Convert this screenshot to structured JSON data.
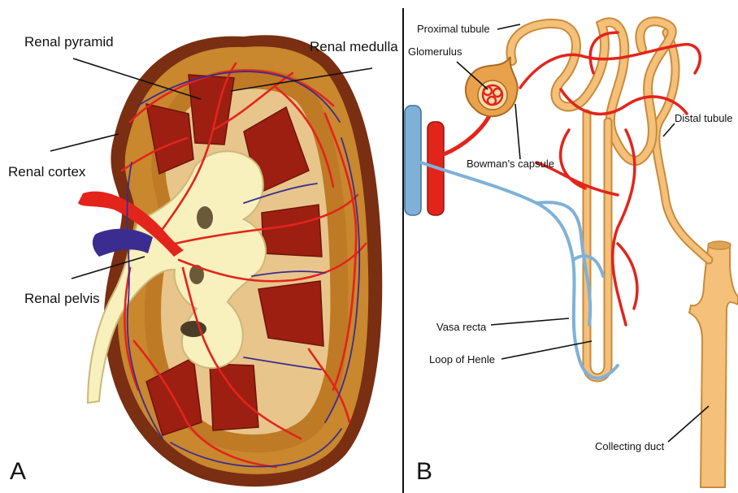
{
  "colors": {
    "cortex": "#c9872e",
    "capsule": "#7a2e12",
    "medulla_bg": "#f5d9a0",
    "pyramid": "#9c1f12",
    "pelvis": "#f8f0bd",
    "artery": "#e3241b",
    "vein": "#3b2d8f",
    "venule_blue": "#7fb1d8",
    "tubule": "#f4c07a",
    "tubule_edge": "#c98a3a",
    "divider": "#111111"
  },
  "panelA": {
    "letter": "A",
    "labels": {
      "renal_pyramid": "Renal pyramid",
      "renal_medulla": "Renal medulla",
      "renal_cortex": "Renal cortex",
      "renal_pelvis": "Renal pelvis"
    }
  },
  "panelB": {
    "letter": "B",
    "labels": {
      "proximal_tubule": "Proximal tubule",
      "glomerulus": "Glomerulus",
      "bowmans_capsule": "Bowman's capsule",
      "distal_tubule": "Distal tubule",
      "vasa_recta": "Vasa recta",
      "loop_of_henle": "Loop of Henle",
      "collecting_duct": "Collecting duct"
    }
  }
}
